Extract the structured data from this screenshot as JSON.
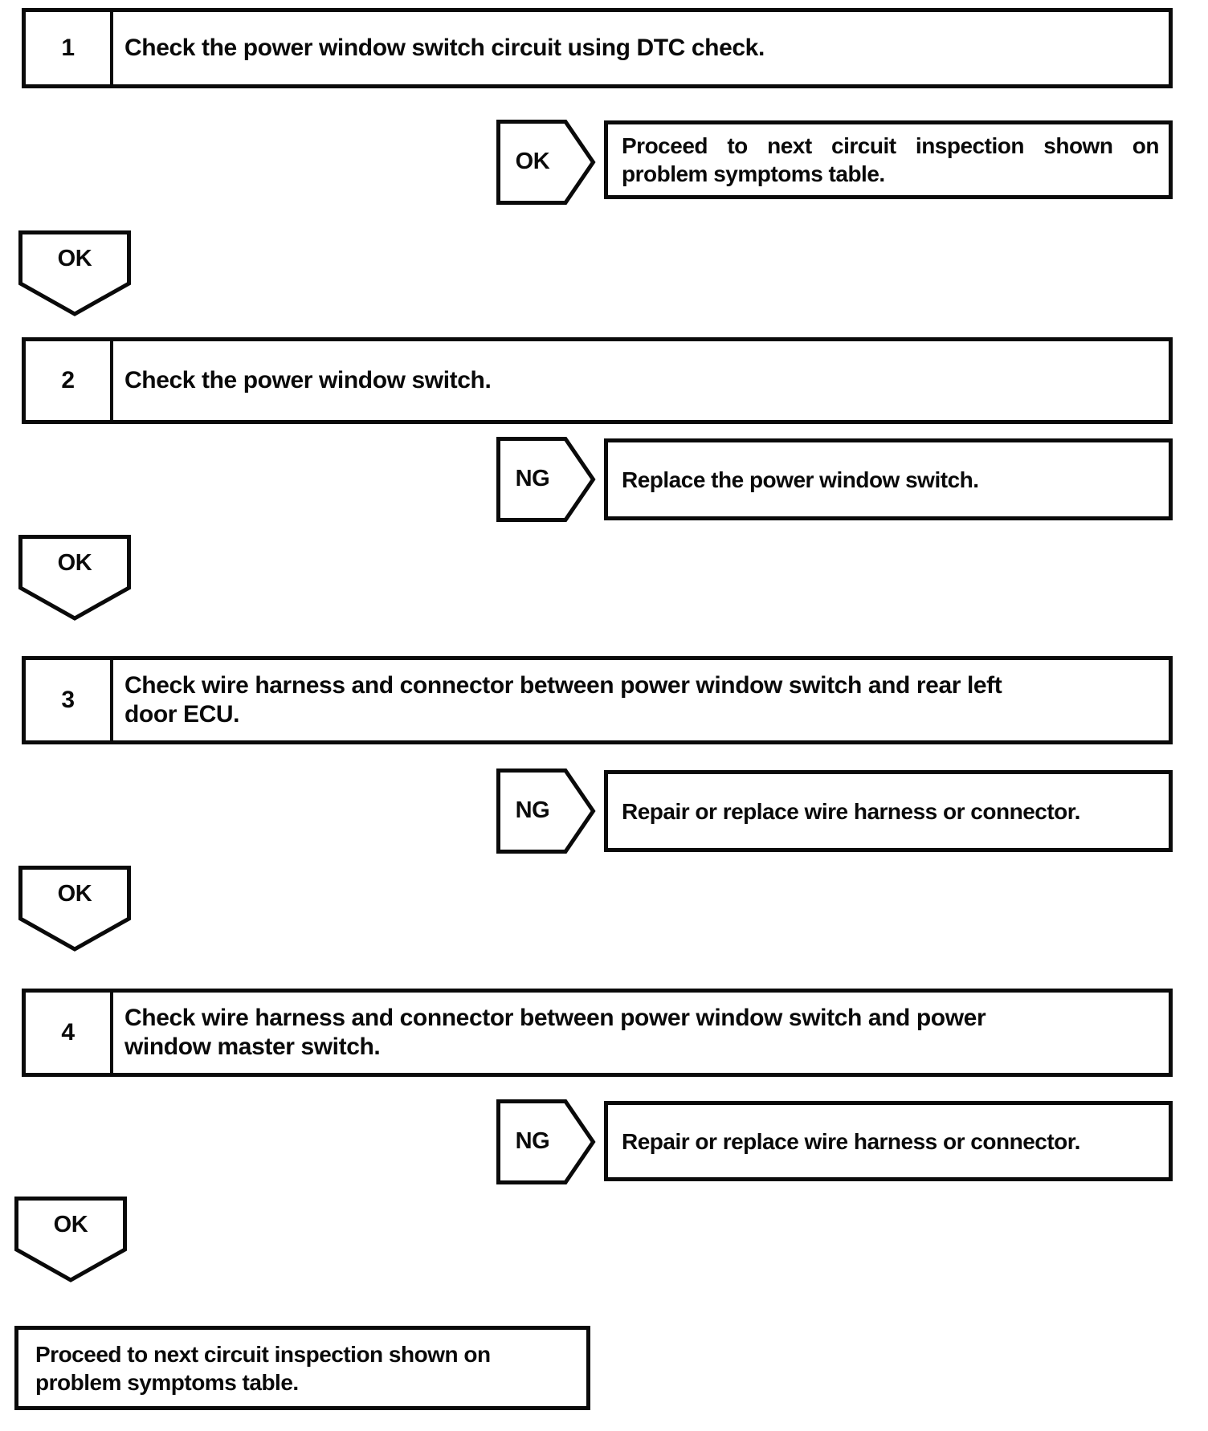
{
  "diagram": {
    "steps": [
      {
        "number": "1",
        "instruction_lines": [
          "Check the power window switch circuit using DTC check."
        ],
        "branch_label": "OK",
        "branch_action_lines": [
          "Proceed to next circuit inspection shown on",
          "problem symptoms table."
        ],
        "after_label": "OK"
      },
      {
        "number": "2",
        "instruction_lines": [
          "Check the power window switch."
        ],
        "branch_label": "NG",
        "branch_action_lines": [
          "Replace the power window switch."
        ],
        "after_label": "OK"
      },
      {
        "number": "3",
        "instruction_lines": [
          "Check wire harness and connector between power window switch and rear left",
          "door ECU."
        ],
        "branch_label": "NG",
        "branch_action_lines": [
          "Repair or replace wire harness or connector."
        ],
        "after_label": "OK"
      },
      {
        "number": "4",
        "instruction_lines": [
          "Check wire harness and connector between power window switch and power",
          "window master switch."
        ],
        "branch_label": "NG",
        "branch_action_lines": [
          "Repair or replace wire harness or connector."
        ],
        "after_label": "OK"
      }
    ],
    "terminal_lines": [
      "Proceed to next circuit inspection shown on",
      "problem symptoms table."
    ]
  },
  "colors": {
    "ink": "#0a0a0a",
    "paper": "#ffffff"
  }
}
